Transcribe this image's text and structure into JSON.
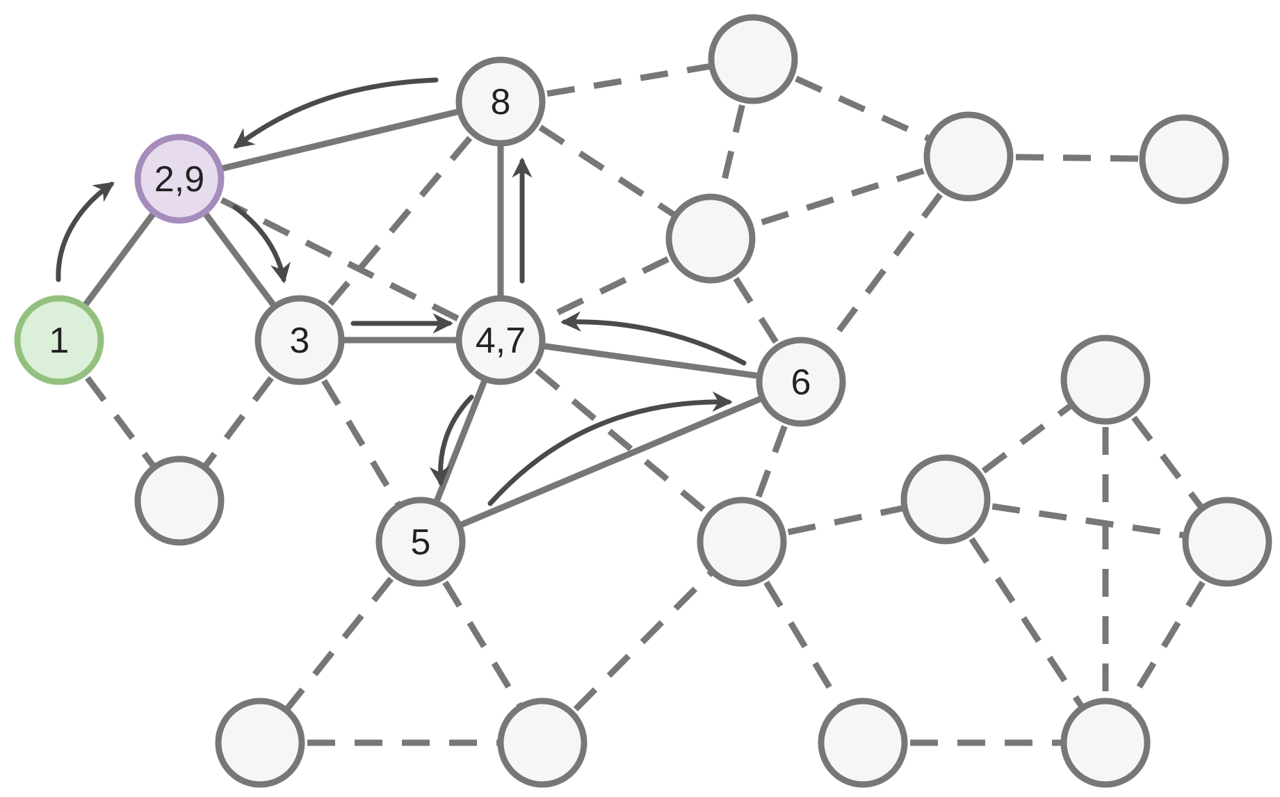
{
  "colors": {
    "edge": "#777777",
    "arrow": "#4a4a4a",
    "node_fill": "#f5f7f6",
    "node_stroke": "#777777",
    "start_fill": "#dcefd8",
    "start_stroke": "#94c07f",
    "backtrack_fill": "#e6dced",
    "backtrack_stroke": "#a58cba"
  },
  "nodes": [
    {
      "id": "n1",
      "label": "1",
      "kind": "start"
    },
    {
      "id": "n29",
      "label": "2,9",
      "kind": "backtrack"
    },
    {
      "id": "n3",
      "label": "3",
      "kind": "visited"
    },
    {
      "id": "n47",
      "label": "4,7",
      "kind": "visited"
    },
    {
      "id": "n5",
      "label": "5",
      "kind": "visited"
    },
    {
      "id": "n6",
      "label": "6",
      "kind": "visited"
    },
    {
      "id": "n8",
      "label": "8",
      "kind": "visited"
    },
    {
      "id": "a",
      "label": "",
      "kind": "unvisited"
    },
    {
      "id": "b",
      "label": "",
      "kind": "unvisited"
    },
    {
      "id": "c",
      "label": "",
      "kind": "unvisited"
    },
    {
      "id": "d",
      "label": "",
      "kind": "unvisited"
    },
    {
      "id": "e",
      "label": "",
      "kind": "unvisited"
    },
    {
      "id": "f",
      "label": "",
      "kind": "unvisited"
    },
    {
      "id": "g",
      "label": "",
      "kind": "unvisited"
    },
    {
      "id": "h",
      "label": "",
      "kind": "unvisited"
    },
    {
      "id": "i",
      "label": "",
      "kind": "unvisited"
    },
    {
      "id": "j",
      "label": "",
      "kind": "unvisited"
    },
    {
      "id": "k",
      "label": "",
      "kind": "unvisited"
    },
    {
      "id": "l",
      "label": "",
      "kind": "unvisited"
    },
    {
      "id": "m",
      "label": "",
      "kind": "unvisited"
    },
    {
      "id": "n",
      "label": "",
      "kind": "unvisited"
    }
  ],
  "edges": [
    {
      "from": "n1",
      "to": "n29",
      "style": "solid"
    },
    {
      "from": "n29",
      "to": "n3",
      "style": "solid"
    },
    {
      "from": "n29",
      "to": "n8",
      "style": "solid"
    },
    {
      "from": "n3",
      "to": "n47",
      "style": "solid"
    },
    {
      "from": "n47",
      "to": "n8",
      "style": "solid"
    },
    {
      "from": "n47",
      "to": "n5",
      "style": "solid"
    },
    {
      "from": "n47",
      "to": "n6",
      "style": "solid"
    },
    {
      "from": "n5",
      "to": "n6",
      "style": "solid"
    },
    {
      "from": "n1",
      "to": "d",
      "style": "dashed"
    },
    {
      "from": "n3",
      "to": "d",
      "style": "dashed"
    },
    {
      "from": "n3",
      "to": "n5",
      "style": "dashed"
    },
    {
      "from": "n3",
      "to": "n8",
      "style": "dashed"
    },
    {
      "from": "n29",
      "to": "n47",
      "style": "dashed"
    },
    {
      "from": "n8",
      "to": "a",
      "style": "dashed"
    },
    {
      "from": "n8",
      "to": "c",
      "style": "dashed"
    },
    {
      "from": "a",
      "to": "c",
      "style": "dashed"
    },
    {
      "from": "a",
      "to": "b",
      "style": "dashed"
    },
    {
      "from": "b",
      "to": "c",
      "style": "dashed"
    },
    {
      "from": "b",
      "to": "e",
      "style": "dashed"
    },
    {
      "from": "b",
      "to": "n6",
      "style": "dashed"
    },
    {
      "from": "c",
      "to": "n47",
      "style": "dashed"
    },
    {
      "from": "c",
      "to": "n6",
      "style": "dashed"
    },
    {
      "from": "n47",
      "to": "g",
      "style": "dashed"
    },
    {
      "from": "n6",
      "to": "g",
      "style": "dashed"
    },
    {
      "from": "n5",
      "to": "j",
      "style": "dashed"
    },
    {
      "from": "n5",
      "to": "k",
      "style": "dashed"
    },
    {
      "from": "j",
      "to": "k",
      "style": "dashed"
    },
    {
      "from": "k",
      "to": "g",
      "style": "dashed"
    },
    {
      "from": "g",
      "to": "h",
      "style": "dashed"
    },
    {
      "from": "g",
      "to": "l",
      "style": "dashed"
    },
    {
      "from": "h",
      "to": "f",
      "style": "dashed"
    },
    {
      "from": "h",
      "to": "i",
      "style": "dashed"
    },
    {
      "from": "h",
      "to": "m",
      "style": "dashed"
    },
    {
      "from": "f",
      "to": "i",
      "style": "dashed"
    },
    {
      "from": "f",
      "to": "n",
      "style": "dashed"
    },
    {
      "from": "i",
      "to": "n",
      "style": "dashed"
    },
    {
      "from": "l",
      "to": "n",
      "style": "dashed"
    }
  ],
  "traversal_arrows": [
    {
      "id": "arrow-1-to-2"
    },
    {
      "id": "arrow-2-to-3"
    },
    {
      "id": "arrow-3-to-4"
    },
    {
      "id": "arrow-4-to-5"
    },
    {
      "id": "arrow-5-to-6"
    },
    {
      "id": "arrow-6-to-7"
    },
    {
      "id": "arrow-7-to-8"
    },
    {
      "id": "arrow-8-to-9"
    }
  ]
}
